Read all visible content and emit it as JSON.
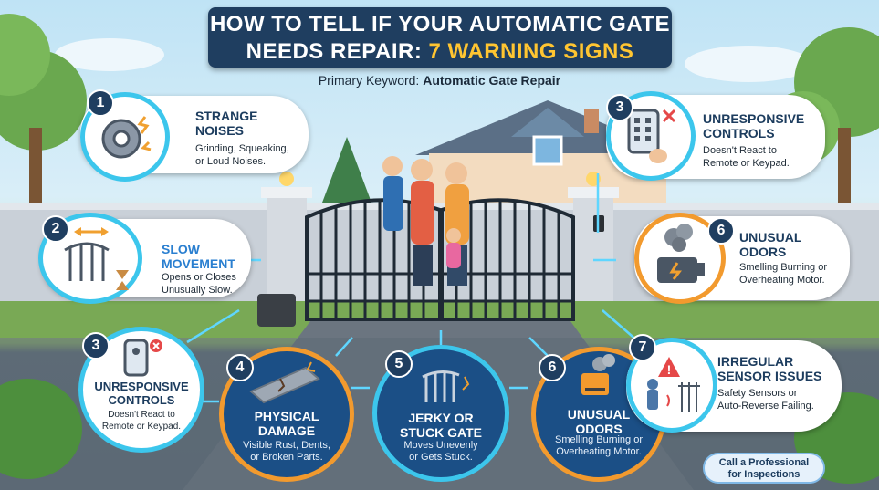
{
  "title": {
    "line1": "HOW TO TELL IF YOUR AUTOMATIC GATE",
    "line2_prefix": "NEEDS REPAIR: ",
    "line2_accent": "7 WARNING SIGNS"
  },
  "keyword": {
    "label": "Primary Keyword: ",
    "value": "Automatic Gate Repair"
  },
  "cards": {
    "c1": {
      "number": "1",
      "title1": "STRANGE",
      "title2": "NOISES",
      "desc1": "Grinding, Squeaking,",
      "desc2": "or Loud Noises."
    },
    "c3top": {
      "number": "3",
      "title1": "UNRESPONSIVE",
      "title2": "CONTROLS",
      "desc1": "Doesn't React to",
      "desc2": "Remote or Keypad."
    },
    "c2": {
      "number": "2",
      "title1": "SLOW",
      "title2": "MOVEMENT",
      "desc1": "Opens or Closes",
      "desc2": "Unusually Slow."
    },
    "c6top": {
      "number": "6",
      "title1": "UNUSUAL",
      "title2": "ODORS",
      "desc1": "Smelling Burning or",
      "desc2": "Overheating Motor."
    },
    "c3bot": {
      "number": "3",
      "title1": "UNRESPONSIVE",
      "title2": "CONTROLS",
      "desc1": "Doesn't React to",
      "desc2": "Remote or Keypad."
    },
    "c4": {
      "number": "4",
      "title1": "PHYSICAL",
      "title2": "DAMAGE",
      "desc1": "Visible Rust, Dents,",
      "desc2": "or Broken Parts."
    },
    "c5": {
      "number": "5",
      "title1": "JERKY OR",
      "title2": "STUCK GATE",
      "desc1": "Moves Unevenly",
      "desc2": "or Gets Stuck."
    },
    "c6bot": {
      "number": "6",
      "title1": "UNUSUAL",
      "title2": "ODORS",
      "desc1": "Smelling Burning or",
      "desc2": "Overheating Motor."
    },
    "c7": {
      "number": "7",
      "title1": "IRREGULAR",
      "title2": "SENSOR ISSUES",
      "desc1": "Safety Sensors or",
      "desc2": "Auto-Reverse Failing."
    }
  },
  "cta": {
    "line1": "Call a Professional",
    "line2": "for Inspections"
  },
  "colors": {
    "navy": "#1f3e60",
    "accent": "#ffc531",
    "orange": "#f29a2e",
    "cyan": "#3cc6ec",
    "blue": "#1b4f86"
  }
}
